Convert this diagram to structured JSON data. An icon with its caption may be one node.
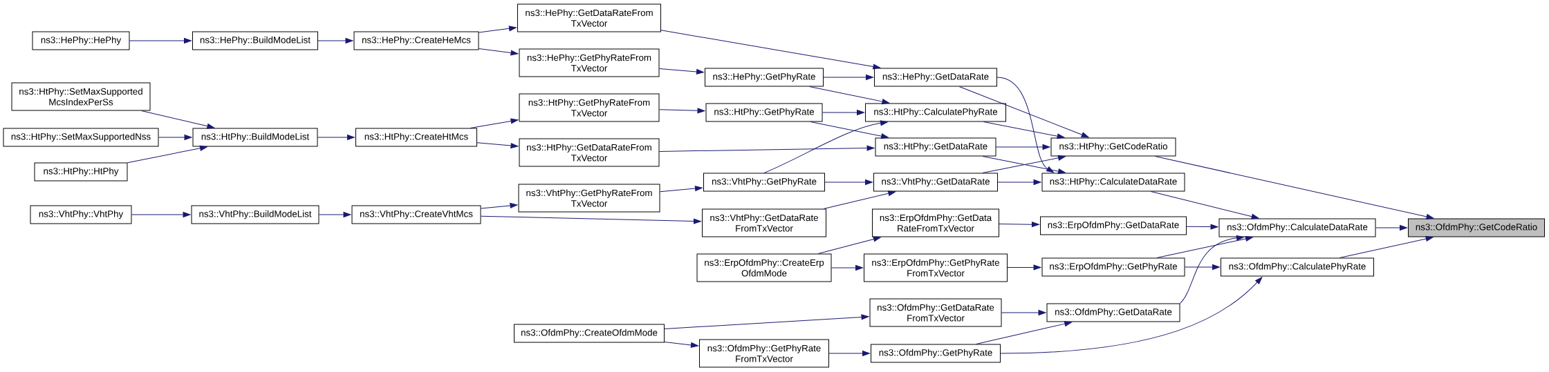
{
  "diagram": {
    "nodes": [
      {
        "text": [
          "ns3::HePhy::HePhy"
        ]
      },
      {
        "text": [
          "ns3::HePhy::BuildModeList"
        ]
      },
      {
        "text": [
          "ns3::HePhy::CreateHeMcs"
        ]
      },
      {
        "text": [
          "ns3::HtPhy::SetMaxSupported McsIndexPerSs"
        ]
      },
      {
        "text": [
          "ns3::HtPhy::SetMaxSupportedNss"
        ]
      },
      {
        "text": [
          "ns3::HtPhy::HtPhy"
        ]
      },
      {
        "text": [
          "ns3::HtPhy::BuildModeList"
        ]
      },
      {
        "text": [
          "ns3::HtPhy::CreateHtMcs"
        ]
      },
      {
        "text": [
          "ns3::VhtPhy::VhtPhy"
        ]
      },
      {
        "text": [
          "ns3::VhtPhy::BuildModeList"
        ]
      },
      {
        "text": [
          "ns3::VhtPhy::CreateVhtMcs"
        ]
      },
      {
        "text": [
          "ns3::OfdmPhy::CreateOfdmMode"
        ]
      },
      {
        "text": [
          "ns3::HePhy::GetDataRateFrom TxVector"
        ]
      },
      {
        "text": [
          "ns3::HePhy::GetPhyRateFrom TxVector"
        ]
      },
      {
        "text": [
          "ns3::HtPhy::GetPhyRateFrom TxVector"
        ]
      },
      {
        "text": [
          "ns3::HtPhy::GetDataRateFrom TxVector"
        ]
      },
      {
        "text": [
          "ns3::VhtPhy::GetPhyRateFrom TxVector"
        ]
      },
      {
        "text": [
          "ns3::HePhy::GetPhyRate"
        ]
      },
      {
        "text": [
          "ns3::HtPhy::GetPhyRate"
        ]
      },
      {
        "text": [
          "ns3::VhtPhy::GetPhyRate"
        ]
      },
      {
        "text": [
          "ns3::VhtPhy::GetDataRate FromTxVector"
        ]
      },
      {
        "text": [
          "ns3::ErpOfdmPhy::CreateErp OfdmMode"
        ]
      },
      {
        "text": [
          "ns3::OfdmPhy::GetPhyRate FromTxVector"
        ]
      },
      {
        "text": [
          "ns3::HePhy::GetDataRate"
        ]
      },
      {
        "text": [
          "ns3::HtPhy::CalculatePhyRate"
        ]
      },
      {
        "text": [
          "ns3::HtPhy::GetDataRate"
        ]
      },
      {
        "text": [
          "ns3::VhtPhy::GetDataRate"
        ]
      },
      {
        "text": [
          "ns3::ErpOfdmPhy::GetData RateFromTxVector"
        ]
      },
      {
        "text": [
          "ns3::ErpOfdmPhy::GetPhyRate FromTxVector"
        ]
      },
      {
        "text": [
          "ns3::OfdmPhy::GetDataRate FromTxVector"
        ]
      },
      {
        "text": [
          "ns3::OfdmPhy::GetPhyRate"
        ]
      },
      {
        "text": [
          "ns3::HtPhy::GetCodeRatio"
        ]
      },
      {
        "text": [
          "ns3::HtPhy::CalculateDataRate"
        ]
      },
      {
        "text": [
          "ns3::ErpOfdmPhy::GetDataRate"
        ]
      },
      {
        "text": [
          "ns3::ErpOfdmPhy::GetPhyRate"
        ]
      },
      {
        "text": [
          "ns3::OfdmPhy::GetDataRate"
        ]
      },
      {
        "text": [
          "ns3::OfdmPhy::CalculateDataRate"
        ]
      },
      {
        "text": [
          "ns3::OfdmPhy::CalculatePhyRate"
        ]
      },
      {
        "text": [
          "ns3::OfdmPhy::GetCodeRatio"
        ]
      }
    ],
    "edges": [
      {
        "from": 0,
        "to": 1,
        "arrow": "to"
      },
      {
        "from": 1,
        "to": 2,
        "arrow": "to"
      },
      {
        "from": 2,
        "to": 12,
        "arrow": "to"
      },
      {
        "from": 2,
        "to": 13,
        "arrow": "to"
      },
      {
        "from": 3,
        "to": 6,
        "arrow": "to"
      },
      {
        "from": 4,
        "to": 6,
        "arrow": "to"
      },
      {
        "from": 5,
        "to": 6,
        "arrow": "to"
      },
      {
        "from": 6,
        "to": 7,
        "arrow": "to"
      },
      {
        "from": 7,
        "to": 14,
        "arrow": "to"
      },
      {
        "from": 7,
        "to": 15,
        "arrow": "to"
      },
      {
        "from": 8,
        "to": 9,
        "arrow": "to"
      },
      {
        "from": 9,
        "to": 10,
        "arrow": "to"
      },
      {
        "from": 10,
        "to": 16,
        "arrow": "to"
      },
      {
        "from": 10,
        "to": 20,
        "arrow": "to"
      },
      {
        "from": 11,
        "to": 29,
        "arrow": "to"
      },
      {
        "from": 11,
        "to": 22,
        "arrow": "to"
      },
      {
        "from": 12,
        "to": 23,
        "arrow": "to"
      },
      {
        "from": 13,
        "to": 17,
        "arrow": "to"
      },
      {
        "from": 14,
        "to": 18,
        "arrow": "to"
      },
      {
        "from": 15,
        "to": 25,
        "arrow": "to"
      },
      {
        "from": 16,
        "to": 19,
        "arrow": "to"
      },
      {
        "from": 17,
        "to": 23,
        "arrow": "to"
      },
      {
        "from": 17,
        "to": 24,
        "arrow": "to"
      },
      {
        "from": 18,
        "to": 24,
        "arrow": "to"
      },
      {
        "from": 18,
        "to": 25,
        "arrow": "to"
      },
      {
        "from": 19,
        "to": 26,
        "arrow": "to"
      },
      {
        "from": 19,
        "to": 24,
        "arrow": "to"
      },
      {
        "from": 20,
        "to": 26,
        "arrow": "to"
      },
      {
        "from": 21,
        "to": 27,
        "arrow": "to"
      },
      {
        "from": 21,
        "to": 28,
        "arrow": "to"
      },
      {
        "from": 22,
        "to": 30,
        "arrow": "to"
      },
      {
        "from": 23,
        "to": 31,
        "arrow": "to"
      },
      {
        "from": 23,
        "to": 32,
        "arrow": "to"
      },
      {
        "from": 24,
        "to": 31,
        "arrow": "to"
      },
      {
        "from": 25,
        "to": 31,
        "arrow": "to"
      },
      {
        "from": 25,
        "to": 32,
        "arrow": "to"
      },
      {
        "from": 26,
        "to": 31,
        "arrow": "to"
      },
      {
        "from": 26,
        "to": 32,
        "arrow": "to"
      },
      {
        "from": 27,
        "to": 33,
        "arrow": "to"
      },
      {
        "from": 28,
        "to": 34,
        "arrow": "to"
      },
      {
        "from": 29,
        "to": 35,
        "arrow": "to"
      },
      {
        "from": 30,
        "to": 35,
        "arrow": "to"
      },
      {
        "from": 30,
        "to": 37,
        "arrow": "to"
      },
      {
        "from": 31,
        "to": 38,
        "arrow": "to"
      },
      {
        "from": 32,
        "to": 36,
        "arrow": "to"
      },
      {
        "from": 33,
        "to": 36,
        "arrow": "to"
      },
      {
        "from": 34,
        "to": 36,
        "arrow": "to"
      },
      {
        "from": 34,
        "to": 37,
        "arrow": "to"
      },
      {
        "from": 35,
        "to": 36,
        "arrow": "to"
      },
      {
        "from": 36,
        "to": 38,
        "arrow": "to"
      },
      {
        "from": 37,
        "to": 38,
        "arrow": "to"
      }
    ]
  }
}
